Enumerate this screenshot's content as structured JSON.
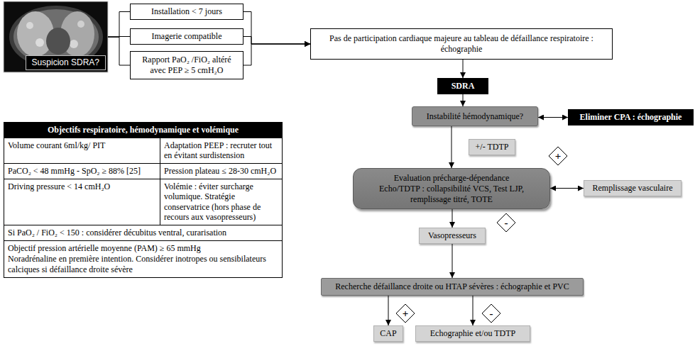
{
  "diagram": {
    "nodes": [
      {
        "text": [
          "Suspicion SDRA?"
        ]
      },
      {
        "text": [
          "Installation < 7 jours"
        ]
      },
      {
        "text": [
          "Imagerie compatible"
        ]
      },
      {
        "text": [
          "Rapport PaO₂ /FiO₂ altéré avec PEP ≥ 5 cmH₂O"
        ]
      },
      {
        "text": [
          "Pas de participation cardiaque majeure au tableau de défaillance respiratoire : échographie"
        ]
      },
      {
        "text": [
          "SDRA"
        ]
      },
      {
        "text": [
          "Instabilité hémodynamique?"
        ]
      },
      {
        "text": [
          "Eliminer CPA : échographie"
        ]
      },
      {
        "text": [
          "+/- TDTP"
        ]
      },
      {
        "text": [
          "Evaluation précharge-dépendance",
          "Echo/TDTP : collapsibilité VCS, Test LJP, remplissage titré, TOTE"
        ]
      },
      {
        "text": [
          "+"
        ]
      },
      {
        "text": [
          "Remplissage vasculaire"
        ]
      },
      {
        "text": [
          "-"
        ]
      },
      {
        "text": [
          "Vasopresseurs"
        ]
      },
      {
        "text": [
          "Recherche défaillance droite ou HTAP sévères : échographie et PVC"
        ]
      },
      {
        "text": [
          "+"
        ]
      },
      {
        "text": [
          "-"
        ]
      },
      {
        "text": [
          "CAP"
        ]
      },
      {
        "text": [
          "Echographie et/ou TDTP"
        ]
      }
    ],
    "edges": [
      {
        "from": 0,
        "to": 1,
        "arrow": "none"
      },
      {
        "from": 0,
        "to": 2,
        "arrow": "none"
      },
      {
        "from": 0,
        "to": 3,
        "arrow": "none"
      },
      {
        "from": 1,
        "to": 4,
        "arrow": "to"
      },
      {
        "from": 2,
        "to": 4,
        "arrow": "to"
      },
      {
        "from": 3,
        "to": 4,
        "arrow": "to"
      },
      {
        "from": 4,
        "to": 5,
        "arrow": "to"
      },
      {
        "from": 5,
        "to": 6,
        "arrow": "to"
      },
      {
        "from": 6,
        "to": 7,
        "arrow": "both"
      },
      {
        "from": 6,
        "to": 9,
        "arrow": "to"
      },
      {
        "from": 9,
        "to": 11,
        "arrow": "both"
      },
      {
        "from": 9,
        "to": 13,
        "arrow": "to"
      },
      {
        "from": 13,
        "to": 14,
        "arrow": "to"
      },
      {
        "from": 14,
        "to": 17,
        "arrow": "to"
      },
      {
        "from": 14,
        "to": 18,
        "arrow": "to"
      }
    ],
    "labels": [
      "Objectifs respiratoire, hémodynamique et volémique",
      "Volume courant 6ml/kg/ PIT",
      "Adaptation PEEP : recruter tout en évitant surdistension",
      "PaCO₂ < 48 mmHg - SpO₂ ≥ 88% [25]",
      "Pression plateau ≤ 28-30 cmH₂O",
      "Driving pressure < 14 cmH₂O",
      "Volémie : éviter surcharge volumique. Stratégie conservatrice (hors phase de recours aux vasopresseurs)",
      "Si PaO₂ / FiO₂ < 150 : considérer décubitus ventral, curarisation",
      "Objectif pression artérielle moyenne (PAM) ≥ 65 mmHg",
      "Noradrénaline en première intention. Considérer inotropes ou sensibilateurs calciques si défaillance droite sévère"
    ]
  }
}
